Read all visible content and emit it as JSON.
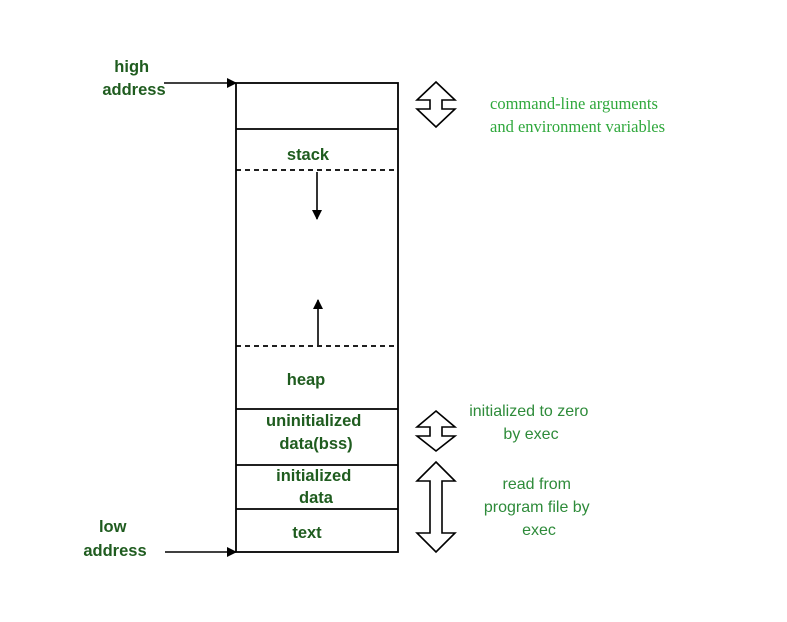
{
  "labels": {
    "high_address": [
      "high",
      "address"
    ],
    "low_address": [
      "low",
      "address"
    ]
  },
  "segments": {
    "stack": "stack",
    "heap": "heap",
    "bss": [
      "uninitialized",
      "data(bss)"
    ],
    "data": [
      "initialized",
      "data"
    ],
    "text": "text"
  },
  "annotations": {
    "args": [
      "command-line arguments",
      "and environment variables"
    ],
    "zero": [
      "initialized to zero",
      "by exec"
    ],
    "read": [
      "read from",
      "program file by",
      "exec"
    ]
  },
  "colors": {
    "dark_green": "#1f5c1f",
    "bright_green": "#2fa83c",
    "line": "#000000"
  }
}
